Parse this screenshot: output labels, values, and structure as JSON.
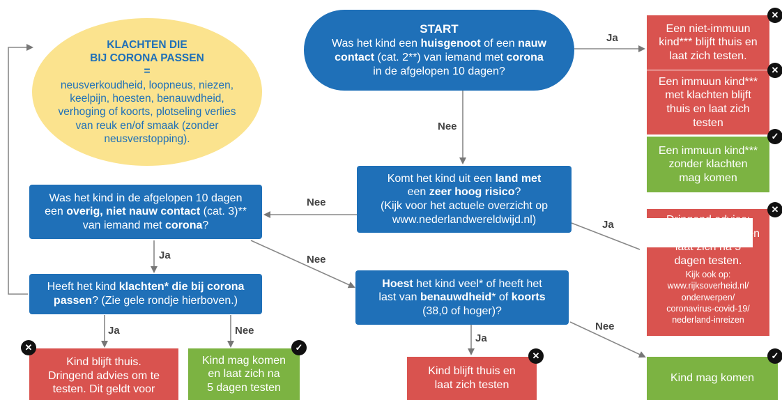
{
  "oval_yellow": {
    "title1": "KLACHTEN DIE",
    "title2": "BIJ CORONA PASSEN",
    "eq": "=",
    "line1": "neusverkoudheid, loopneus, niezen,",
    "line2": "keelpijn, hoesten, benauwdheid,",
    "line3": "verhoging of koorts, plotseling verlies",
    "line4": "van reuk en/of smaak (zonder",
    "line5": "neusverstopping)."
  },
  "start": {
    "title": "START",
    "l1a": "Was het kind een ",
    "l1b": "huisgenoot",
    "l1c": " of een ",
    "l1d": "nauw",
    "l2a": "contact",
    "l2b": " (cat. 2**) van iemand met ",
    "l2c": "corona",
    "l3": "in de afgelopen 10 dagen?"
  },
  "land": {
    "l1a": "Komt het kind uit een ",
    "l1b": "land met",
    "l2a": "een ",
    "l2b": "zeer hoog risico",
    "l2c": "?",
    "l3": "(Kijk voor het actuele overzicht op",
    "l4": "www.nederlandwereldwijd.nl)"
  },
  "overig": {
    "l1": "Was het kind in de afgelopen 10 dagen",
    "l2a": "een ",
    "l2b": "overig, niet nauw contact",
    "l2c": " (cat. 3)**",
    "l3a": "van iemand met ",
    "l3b": "corona",
    "l3c": "?"
  },
  "klachten": {
    "l1a": "Heeft het kind ",
    "l1b": "klachten* die bij corona",
    "l2a": "passen",
    "l2b": "? (Zie gele rondje hierboven.)"
  },
  "hoest": {
    "l1a": "Hoest",
    "l1b": " het kind veel* of heeft het",
    "l2a": "last van ",
    "l2b": "benauwdheid",
    "l2c": "* of ",
    "l2d": "koorts",
    "l3": "(38,0 of hoger)?"
  },
  "right": {
    "r1": [
      "Een niet-immuun",
      "kind*** blijft thuis en",
      "laat zich testen."
    ],
    "r2": [
      "Een immuun kind***",
      "met klachten blijft",
      "thuis en laat zich",
      "testen"
    ],
    "g1": [
      "Een immuun kind***",
      "zonder klachten",
      "mag komen"
    ],
    "r3_top": [
      "Dringend advies:",
      "... en"
    ],
    "r3_mid": [
      "laat zich na 5",
      "dagen testen."
    ],
    "r3_small": [
      "Kijk ook op:",
      "www.rijksoverheid.nl/",
      "onderwerpen/",
      "coronavirus-covid-19/",
      "nederland-inreizen"
    ]
  },
  "bottom": {
    "thuis": [
      "Kind blijft thuis.",
      "Dringend advies om te",
      "testen. Dit geldt voor"
    ],
    "komen_test": [
      "Kind mag komen",
      "en laat zich na",
      "5 dagen testen"
    ],
    "thuis_test": [
      "Kind blijft thuis en",
      "laat zich testen"
    ],
    "komen": "Kind mag komen"
  },
  "labels": {
    "ja": "Ja",
    "nee": "Nee"
  },
  "colors": {
    "blue": "#1f70b8",
    "red": "#d9534f",
    "green": "#7cb342",
    "yellow": "#fbe38e",
    "oval_text": "#1f70b8"
  }
}
